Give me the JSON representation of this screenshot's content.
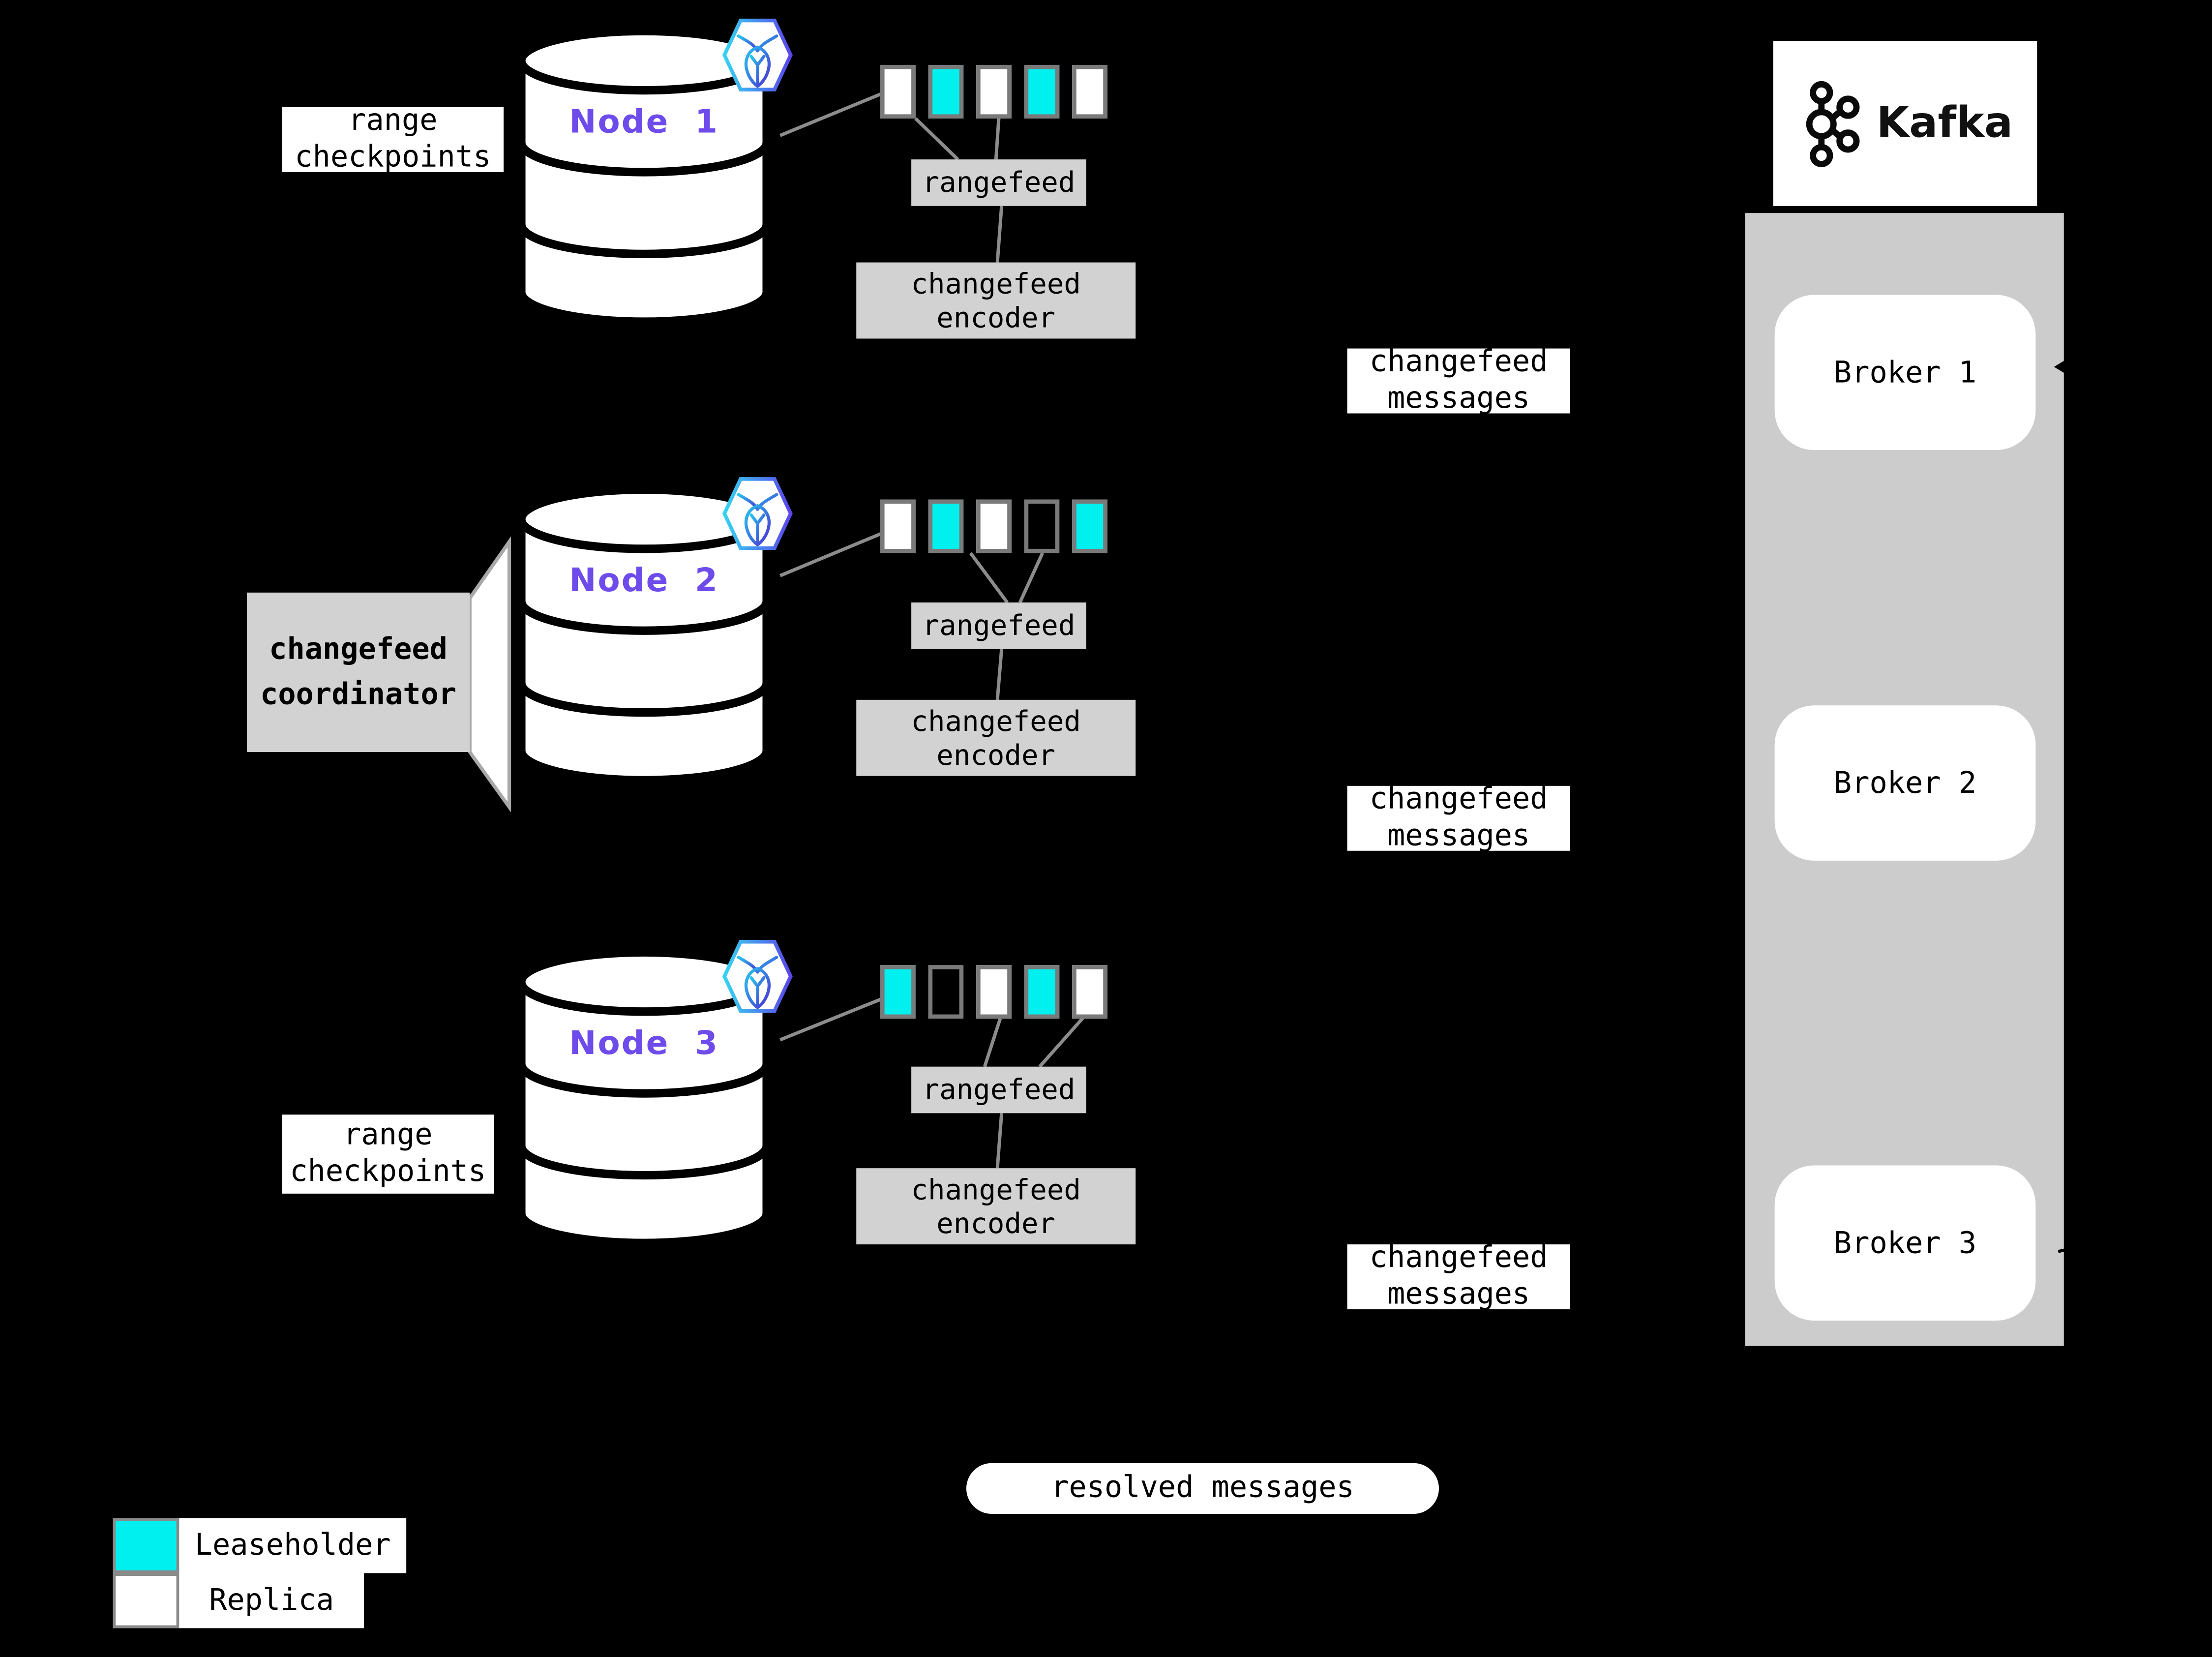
{
  "colors": {
    "background": "#000000",
    "leaseholder_cyan": "#00F0F0",
    "replica_white": "#FFFFFF",
    "node_label_purple": "#6E4BEB",
    "process_box_gray": "#D2D2D2",
    "kafka_container_gray": "#CCCCCC",
    "connector_gray": "#8C8C8C",
    "square_border_gray": "#7A7A7A"
  },
  "labels": {
    "range_checkpoints": "range\ncheckpoints",
    "changefeed_coordinator": "changefeed\ncoordinator",
    "changefeed_messages": "changefeed\nmessages",
    "resolved_messages": "resolved messages"
  },
  "nodes": [
    {
      "label": "Node 1",
      "rangefeed": "rangefeed",
      "encoder": "changefeed\nencoder",
      "ranges": [
        "replica",
        "leaseholder",
        "replica",
        "leaseholder",
        "replica"
      ]
    },
    {
      "label": "Node 2",
      "rangefeed": "rangefeed",
      "encoder": "changefeed\nencoder",
      "ranges": [
        "replica",
        "leaseholder",
        "replica",
        "none",
        "leaseholder"
      ]
    },
    {
      "label": "Node 3",
      "rangefeed": "rangefeed",
      "encoder": "changefeed\nencoder",
      "ranges": [
        "leaseholder",
        "none",
        "replica",
        "leaseholder",
        "replica"
      ]
    }
  ],
  "kafka": {
    "title": "Kafka",
    "brokers": [
      "Broker 1",
      "Broker 2",
      "Broker 3"
    ]
  },
  "legend": {
    "items": [
      {
        "kind": "leaseholder",
        "label": "Leaseholder"
      },
      {
        "kind": "replica",
        "label": "Replica"
      }
    ]
  }
}
